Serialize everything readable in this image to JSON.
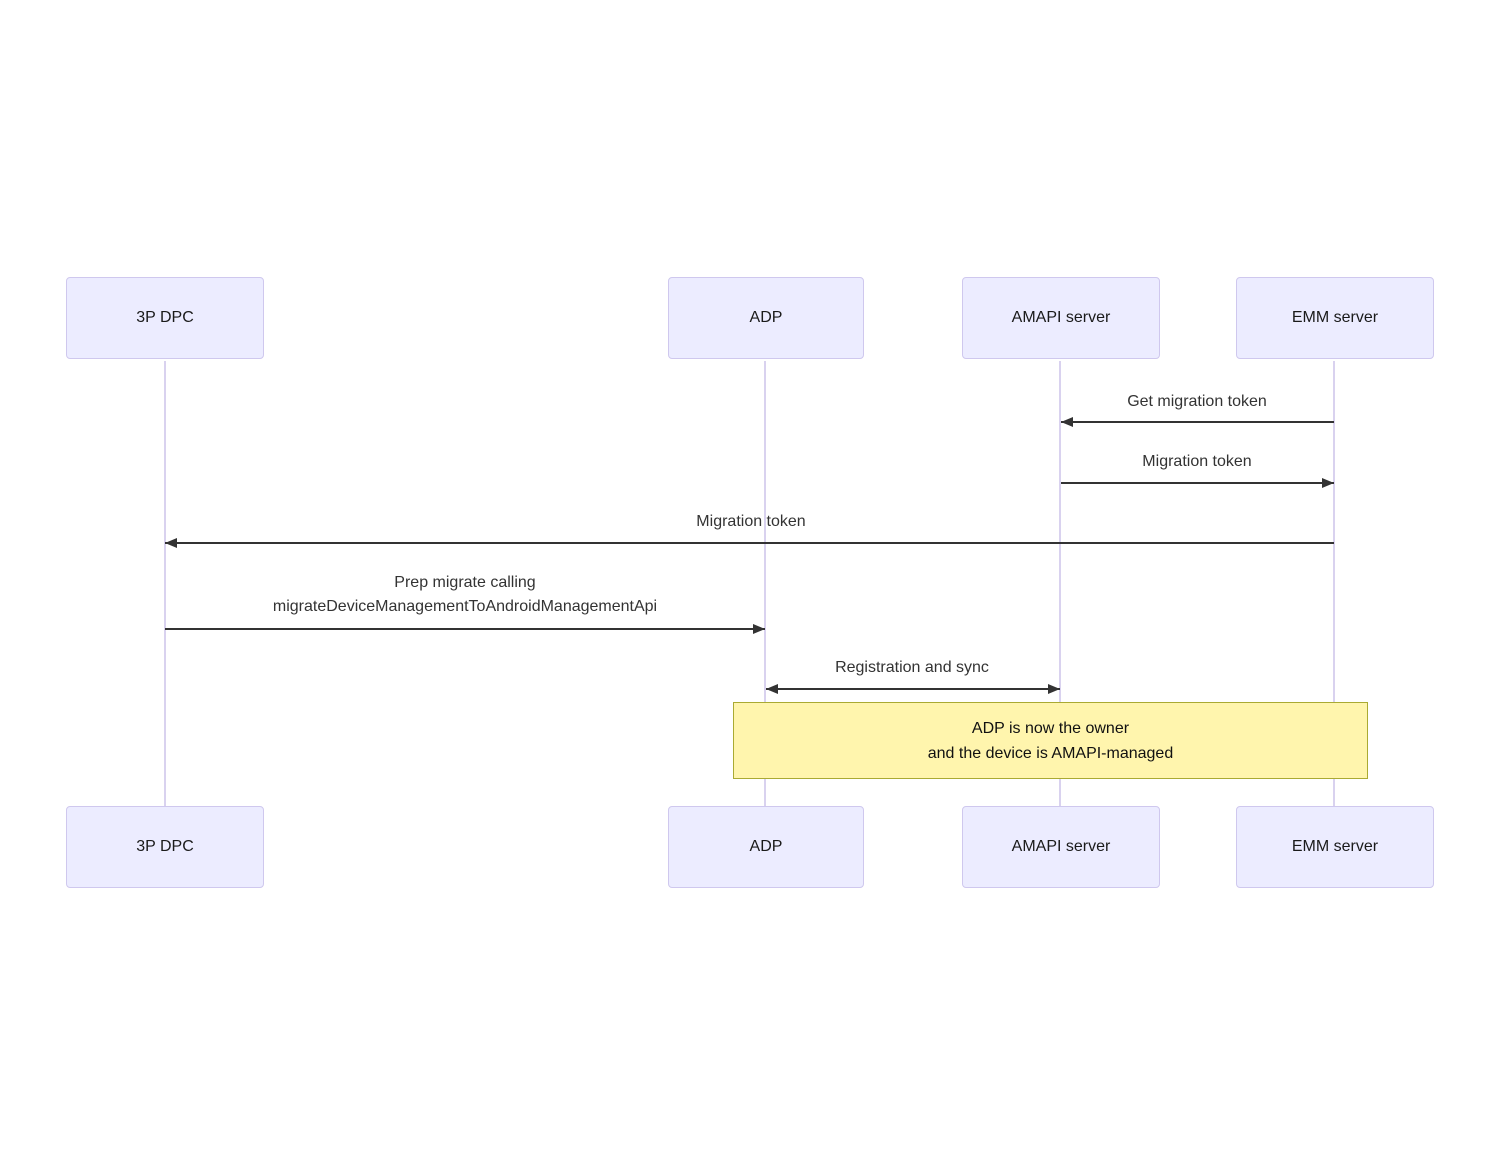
{
  "diagram": {
    "type": "sequence-diagram",
    "actors": [
      {
        "id": "3p-dpc",
        "label": "3P DPC"
      },
      {
        "id": "adp",
        "label": "ADP"
      },
      {
        "id": "amapi-server",
        "label": "AMAPI server"
      },
      {
        "id": "emm-server",
        "label": "EMM server"
      }
    ],
    "messages": [
      {
        "from": "EMM server",
        "to": "AMAPI server",
        "direction": "left",
        "label": "Get migration token"
      },
      {
        "from": "AMAPI server",
        "to": "EMM server",
        "direction": "right",
        "label": "Migration token"
      },
      {
        "from": "EMM server",
        "to": "3P DPC",
        "direction": "left",
        "label": "Migration token"
      },
      {
        "from": "3P DPC",
        "to": "ADP",
        "direction": "right",
        "label": "Prep migrate calling\nmigrateDeviceManagementToAndroidManagementApi"
      },
      {
        "from": "ADP",
        "to": "AMAPI server",
        "direction": "both",
        "label": "Registration and sync"
      }
    ],
    "note": {
      "over": "ADP, EMM server",
      "text": "ADP is now the owner\nand the device is AMAPI-managed"
    },
    "colors": {
      "actor_fill": "#ECECFF",
      "actor_border": "#CFC8EE",
      "lifeline": "#D9D2EF",
      "arrow": "#333333",
      "message_text": "#333333",
      "note_fill": "#FFF5AD",
      "note_border": "#AAAA33",
      "background": "#FFFFFF"
    }
  }
}
